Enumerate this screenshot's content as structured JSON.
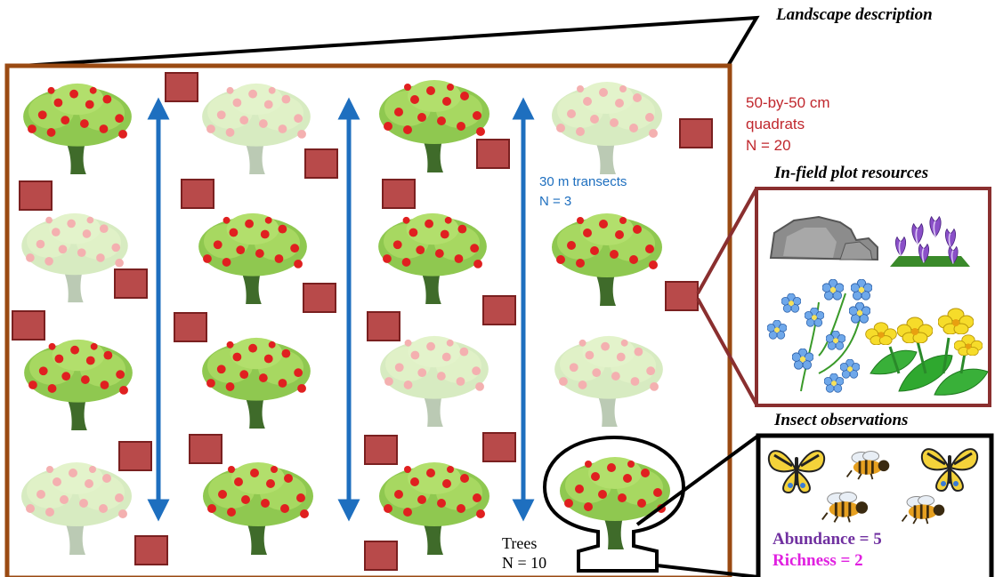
{
  "titles": {
    "landscape": "Landscape description",
    "resources": "In-field plot resources",
    "insects": "Insect observations"
  },
  "quadrats": {
    "line1": "50-by-50 cm",
    "line2": "quadrats",
    "count": "N = 20",
    "color": "#c0272d",
    "fill": "#b84a4a"
  },
  "transects": {
    "label": "30 m transects",
    "count": "N = 3",
    "color": "#1e6fbf"
  },
  "trees": {
    "label": "Trees",
    "count": "N = 10"
  },
  "insect_stats": {
    "abundance": "Abundance = 5",
    "abundance_color": "#7030a0",
    "richness": "Richness = 2",
    "richness_color": "#e020e0"
  },
  "colors": {
    "plot_border": "#9a4a12",
    "resource_border": "#8a2f2f"
  },
  "icons": {
    "rocks": "rocks-icon",
    "crocus": "crocus-flowers-icon",
    "blue_flowers": "blue-flowers-icon",
    "yellow_flowers": "yellow-flowers-icon",
    "butterfly": "butterfly-icon",
    "bee": "bee-icon",
    "tree": "apple-tree-icon"
  }
}
